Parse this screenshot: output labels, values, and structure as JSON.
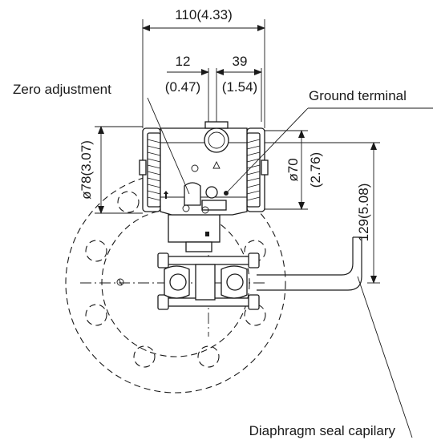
{
  "labels": {
    "zero_adjustment": "Zero adjustment",
    "ground_terminal": "Ground terminal",
    "diaphragm_seal": "Diaphragm seal capilary"
  },
  "dimensions": {
    "overall_width": "110(4.33)",
    "offset_left_mm": "12",
    "offset_left_in": "(0.47)",
    "offset_right_mm": "39",
    "offset_right_in": "(1.54)",
    "housing_dia": "ø78(3.07)",
    "cover_dia_mm": "ø70",
    "cover_dia_in": "(2.76)",
    "height": "129(5.08)"
  }
}
